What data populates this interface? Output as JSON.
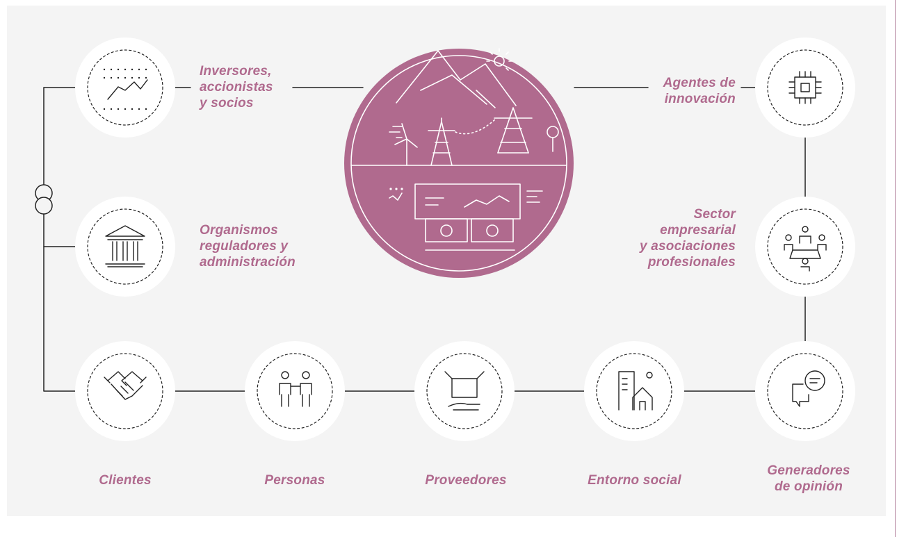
{
  "colors": {
    "accent": "#b06a8e",
    "hub_fill": "#b06a8e",
    "panel": "#f4f4f4",
    "line": "#222222"
  },
  "hub": {
    "icon": "energy-landscape-illustration"
  },
  "stakeholders": {
    "inversores": {
      "label": "Inversores,\naccionistas\ny socios",
      "icon": "line-chart-dots-icon"
    },
    "organismos": {
      "label": "Organismos\nreguladores y\nadministración",
      "icon": "government-building-icon"
    },
    "clientes": {
      "label": "Clientes",
      "icon": "handshake-icon"
    },
    "personas": {
      "label": "Personas",
      "icon": "people-icon"
    },
    "proveedores": {
      "label": "Proveedores",
      "icon": "box-in-hand-icon"
    },
    "entorno": {
      "label": "Entorno social",
      "icon": "city-buildings-icon"
    },
    "generadores": {
      "label": "Generadores\nde opinión",
      "icon": "speech-bubbles-icon"
    },
    "sector": {
      "label": "Sector\nempresarial\ny asociaciones\nprofesionales",
      "icon": "meeting-group-icon"
    },
    "agentes": {
      "label": "Agentes de\ninnovación",
      "icon": "microchip-icon"
    }
  }
}
